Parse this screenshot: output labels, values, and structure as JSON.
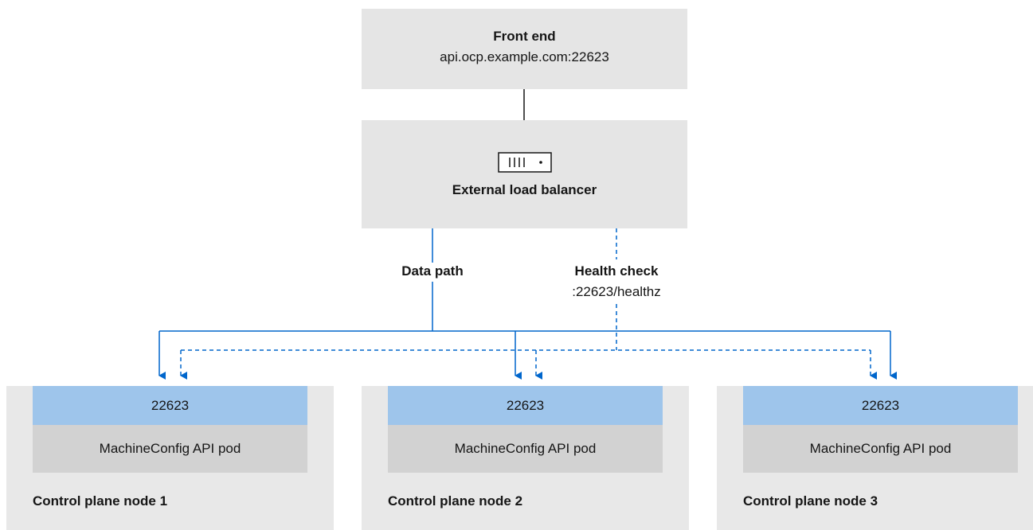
{
  "front_end": {
    "title": "Front end",
    "address": "api.ocp.example.com:22623"
  },
  "load_balancer": {
    "title": "External load balancer",
    "icon": "server-icon"
  },
  "data_path": {
    "label": "Data path"
  },
  "health_check": {
    "label": "Health check",
    "endpoint": ":22623/healthz"
  },
  "nodes": [
    {
      "port": "22623",
      "pod": "MachineConfig API pod",
      "label": "Control plane node 1"
    },
    {
      "port": "22623",
      "pod": "MachineConfig API pod",
      "label": "Control plane node 2"
    },
    {
      "port": "22623",
      "pod": "MachineConfig API pod",
      "label": "Control plane node 3"
    }
  ],
  "colors": {
    "data_path": "#0066cc",
    "health_check": "#0066cc",
    "port": "#9ec5eb",
    "pod": "#d2d2d2",
    "panel": "#e5e5e5"
  }
}
